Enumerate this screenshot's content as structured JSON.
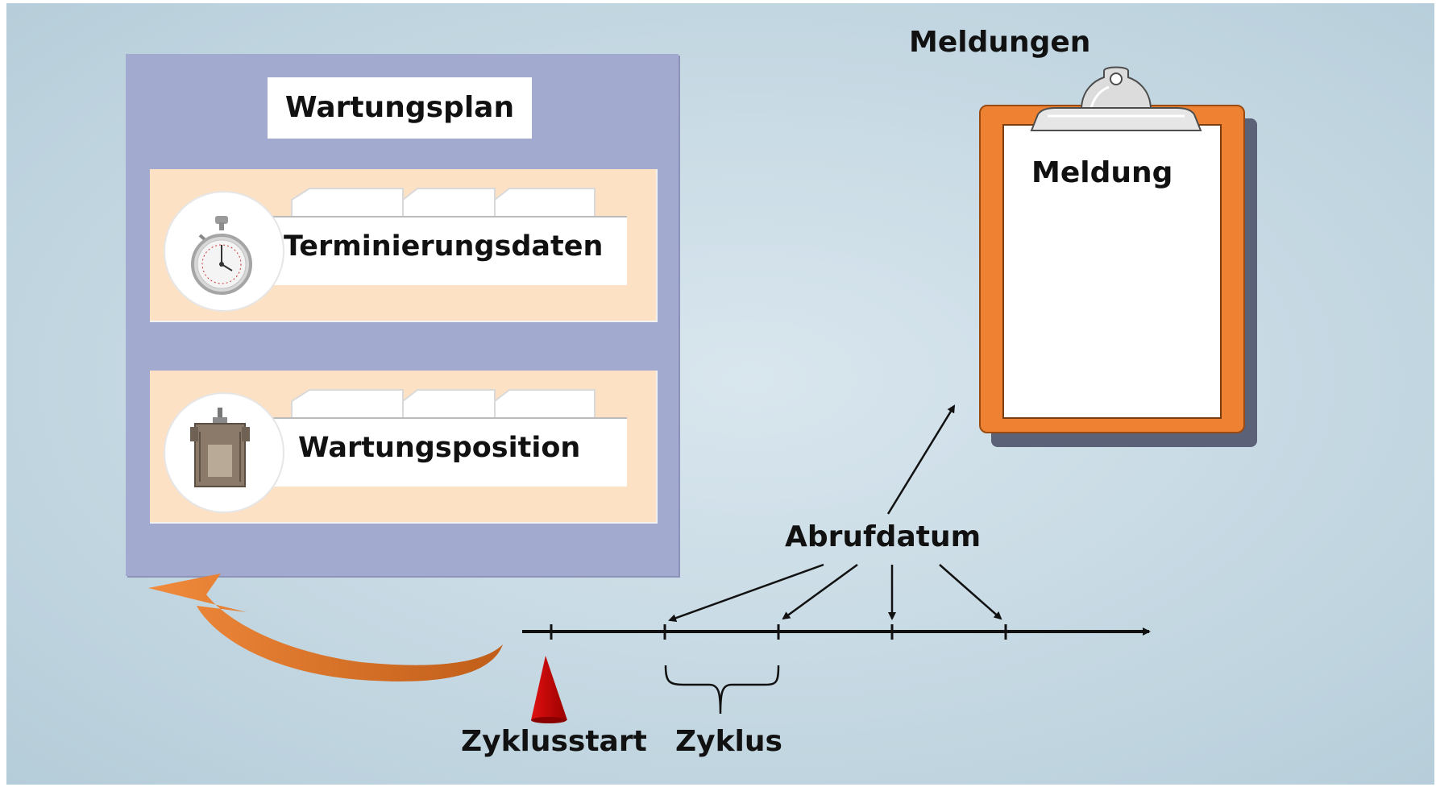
{
  "plan": {
    "title": "Wartungsplan",
    "cards": [
      {
        "label": "Terminierungsdaten",
        "icon": "stopwatch-icon"
      },
      {
        "label": "Wartungsposition",
        "icon": "motor-icon"
      }
    ]
  },
  "notifications": {
    "title": "Meldungen",
    "item_label": "Meldung"
  },
  "timeline": {
    "call_date_label": "Abrufdatum",
    "cycle_label": "Zyklus",
    "cycle_start_label": "Zyklusstart"
  },
  "colors": {
    "background": "#c9dbe5",
    "plan_panel": "#a3aad0",
    "card": "#fde1c5",
    "clipboard": "#ee8232",
    "cycle_start_marker": "#cc0000",
    "return_arrow": "#e8782a"
  }
}
